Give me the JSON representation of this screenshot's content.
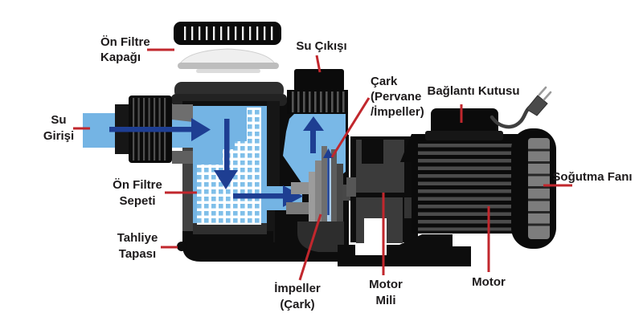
{
  "diagram": {
    "description": "Pool pump cross-section diagram with Turkish part labels",
    "labels": {
      "on_filtre_kapagi": {
        "line1": "Ön Filtre",
        "line2": "Kapağı"
      },
      "su_cikisi": {
        "line1": "Su Çıkışı"
      },
      "cark": {
        "line1": "Çark",
        "line2": "(Pervane",
        "line3": "/İmpeller)"
      },
      "baglanti_kutusu": {
        "line1": "Bağlantı Kutusu"
      },
      "su_girisi": {
        "line1": "Su",
        "line2": "Girişi"
      },
      "sogutma_fani": {
        "line1": "Soğutma Fanı"
      },
      "on_filtre_sepeti": {
        "line1": "Ön Filtre",
        "line2": "Sepeti"
      },
      "tahliye_tapasi": {
        "line1": "Tahliye",
        "line2": "Tapası"
      },
      "impeller": {
        "line1": "İmpeller",
        "line2": "(Çark)"
      },
      "motor_mili": {
        "line1": "Motor",
        "line2": "Mili"
      },
      "motor": {
        "line1": "Motor"
      }
    },
    "colors": {
      "leader_line": "#c1272d",
      "water_blue": "#74b4e4",
      "mesh_blue": "#7fbfe9",
      "flow_arrow_navy": "#1e3e92",
      "body_black": "#0b0b0b",
      "body_gray": "#3b3b3b",
      "text": "#1d1a1b",
      "background": "#ffffff"
    }
  }
}
